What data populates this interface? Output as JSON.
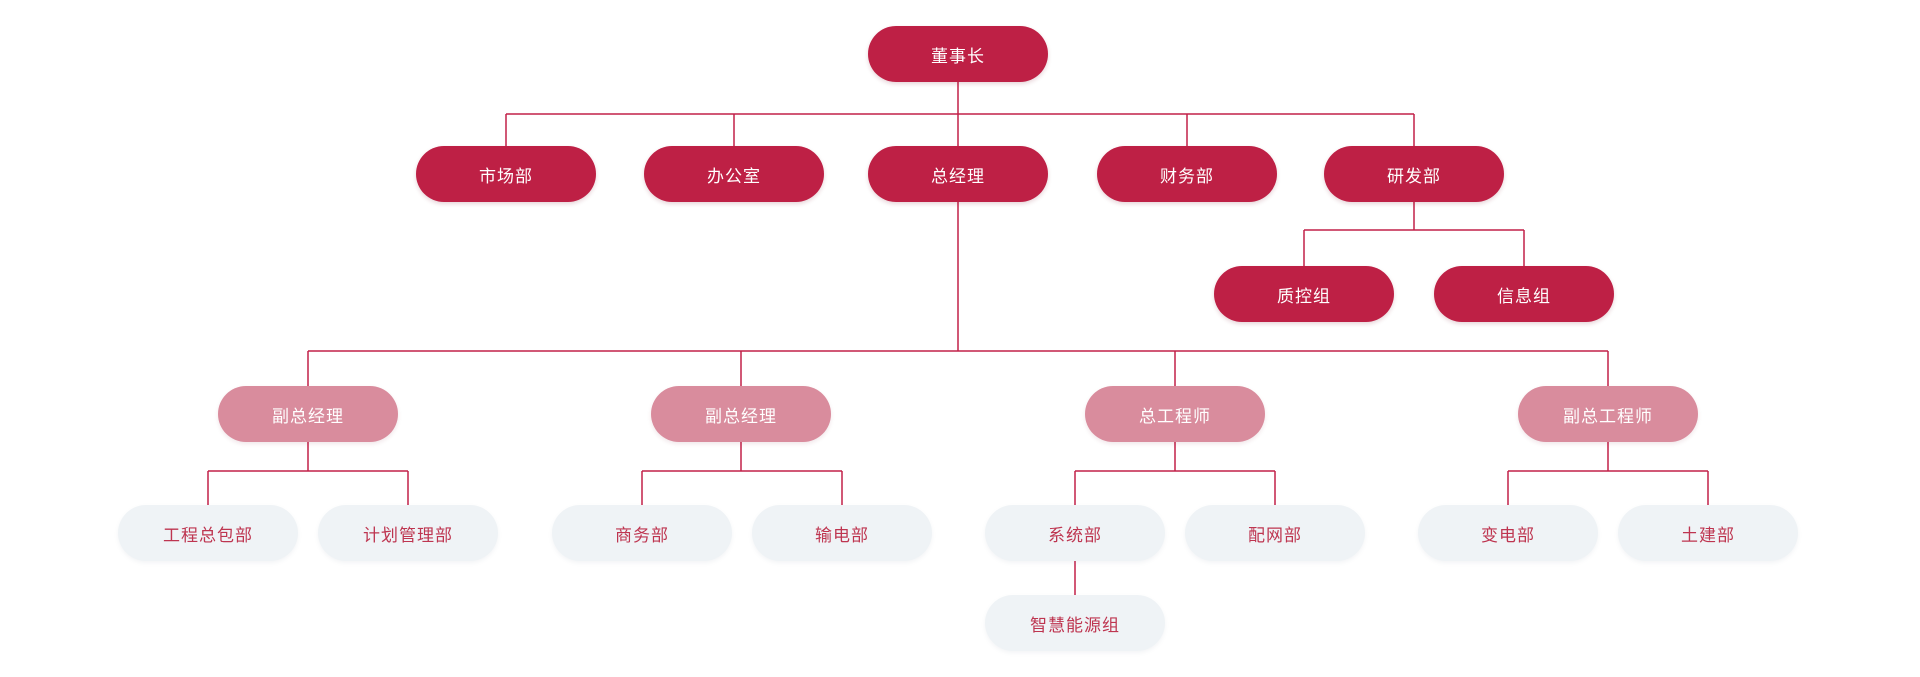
{
  "colors": {
    "dark": "#BE2045",
    "pink": "#D98C9D",
    "light": "#EFF3F6",
    "light_text": "#BE3550",
    "line": "#C22048",
    "bg": "#FFFFFF"
  },
  "diagram_type": "org-chart",
  "nodes": [
    {
      "id": "chairman",
      "label": "董事长",
      "tier": "dark",
      "parent": null
    },
    {
      "id": "marketing-dept",
      "label": "市场部",
      "tier": "dark",
      "parent": "chairman"
    },
    {
      "id": "office",
      "label": "办公室",
      "tier": "dark",
      "parent": "chairman"
    },
    {
      "id": "general-manager",
      "label": "总经理",
      "tier": "dark",
      "parent": "chairman"
    },
    {
      "id": "finance-dept",
      "label": "财务部",
      "tier": "dark",
      "parent": "chairman"
    },
    {
      "id": "rd-dept",
      "label": "研发部",
      "tier": "dark",
      "parent": "chairman"
    },
    {
      "id": "quality-control-group",
      "label": "质控组",
      "tier": "dark",
      "parent": "rd-dept"
    },
    {
      "id": "information-group",
      "label": "信息组",
      "tier": "dark",
      "parent": "rd-dept"
    },
    {
      "id": "deputy-gm-1",
      "label": "副总经理",
      "tier": "pink",
      "parent": "general-manager"
    },
    {
      "id": "deputy-gm-2",
      "label": "副总经理",
      "tier": "pink",
      "parent": "general-manager"
    },
    {
      "id": "chief-engineer",
      "label": "总工程师",
      "tier": "pink",
      "parent": "general-manager"
    },
    {
      "id": "deputy-chief-engineer",
      "label": "副总工程师",
      "tier": "pink",
      "parent": "general-manager"
    },
    {
      "id": "epc-dept",
      "label": "工程总包部",
      "tier": "light",
      "parent": "deputy-gm-1"
    },
    {
      "id": "planning-management-dept",
      "label": "计划管理部",
      "tier": "light",
      "parent": "deputy-gm-1"
    },
    {
      "id": "commerce-dept",
      "label": "商务部",
      "tier": "light",
      "parent": "deputy-gm-2"
    },
    {
      "id": "power-transmission-dept",
      "label": "输电部",
      "tier": "light",
      "parent": "deputy-gm-2"
    },
    {
      "id": "system-dept",
      "label": "系统部",
      "tier": "light",
      "parent": "chief-engineer"
    },
    {
      "id": "distribution-network-dept",
      "label": "配网部",
      "tier": "light",
      "parent": "chief-engineer"
    },
    {
      "id": "substation-dept",
      "label": "变电部",
      "tier": "light",
      "parent": "deputy-chief-engineer"
    },
    {
      "id": "civil-engineering-dept",
      "label": "土建部",
      "tier": "light",
      "parent": "deputy-chief-engineer"
    },
    {
      "id": "smart-energy-group",
      "label": "智慧能源组",
      "tier": "light",
      "parent": "system-dept"
    }
  ]
}
